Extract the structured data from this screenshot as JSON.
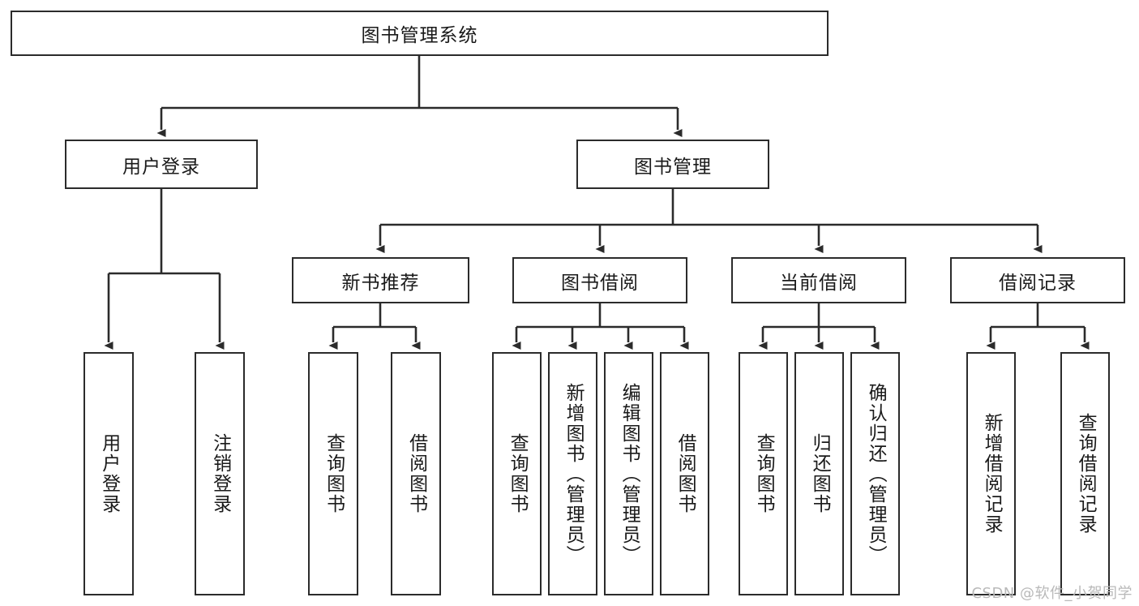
{
  "diagram": {
    "type": "tree-hierarchy-chart",
    "root": {
      "label": "图书管理系统"
    },
    "level2": [
      {
        "label": "用户登录"
      },
      {
        "label": "图书管理"
      }
    ],
    "level3": [
      {
        "label": "新书推荐"
      },
      {
        "label": "图书借阅"
      },
      {
        "label": "当前借阅"
      },
      {
        "label": "借阅记录"
      }
    ],
    "leaves": {
      "user_login": [
        {
          "label": "用户登录"
        },
        {
          "label": "注销登录"
        }
      ],
      "new_book_recommend": [
        {
          "label": "查询图书"
        },
        {
          "label": "借阅图书"
        }
      ],
      "book_borrow": [
        {
          "label": "查询图书"
        },
        {
          "label": "新增图书（管理员）"
        },
        {
          "label": "编辑图书（管理员）"
        },
        {
          "label": "借阅图书"
        }
      ],
      "current_borrow": [
        {
          "label": "查询图书"
        },
        {
          "label": "归还图书"
        },
        {
          "label": "确认归还（管理员）"
        }
      ],
      "borrow_record": [
        {
          "label": "新增借阅记录"
        },
        {
          "label": "查询借阅记录"
        }
      ]
    }
  },
  "watermark": {
    "text": "CSDN @软件_小贺同学"
  },
  "colors": {
    "stroke": "#2b2b2b",
    "fill": "#ffffff",
    "text": "#1a1a1a",
    "watermark": "#b9b9b9"
  }
}
